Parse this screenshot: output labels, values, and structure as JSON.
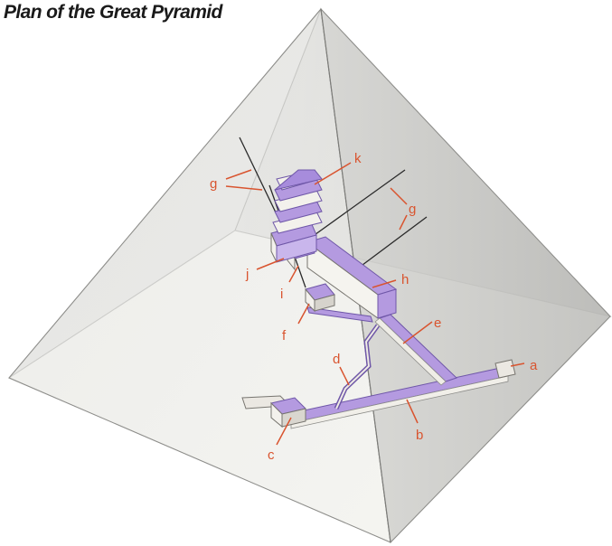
{
  "title": "Plan of the Great Pyramid",
  "labels": {
    "a": "a",
    "b": "b",
    "c": "c",
    "d": "d",
    "e": "e",
    "f": "f",
    "g_left": "g",
    "g_right": "g",
    "h": "h",
    "i": "i",
    "j": "j",
    "k": "k"
  },
  "colors": {
    "chamber_fill": "#a78cdc",
    "chamber_edge": "#6f57a8",
    "label_color": "#d9542f",
    "face_left": "#ececea",
    "face_right": "#c9c9c6",
    "face_front": "#f4f4f0"
  }
}
